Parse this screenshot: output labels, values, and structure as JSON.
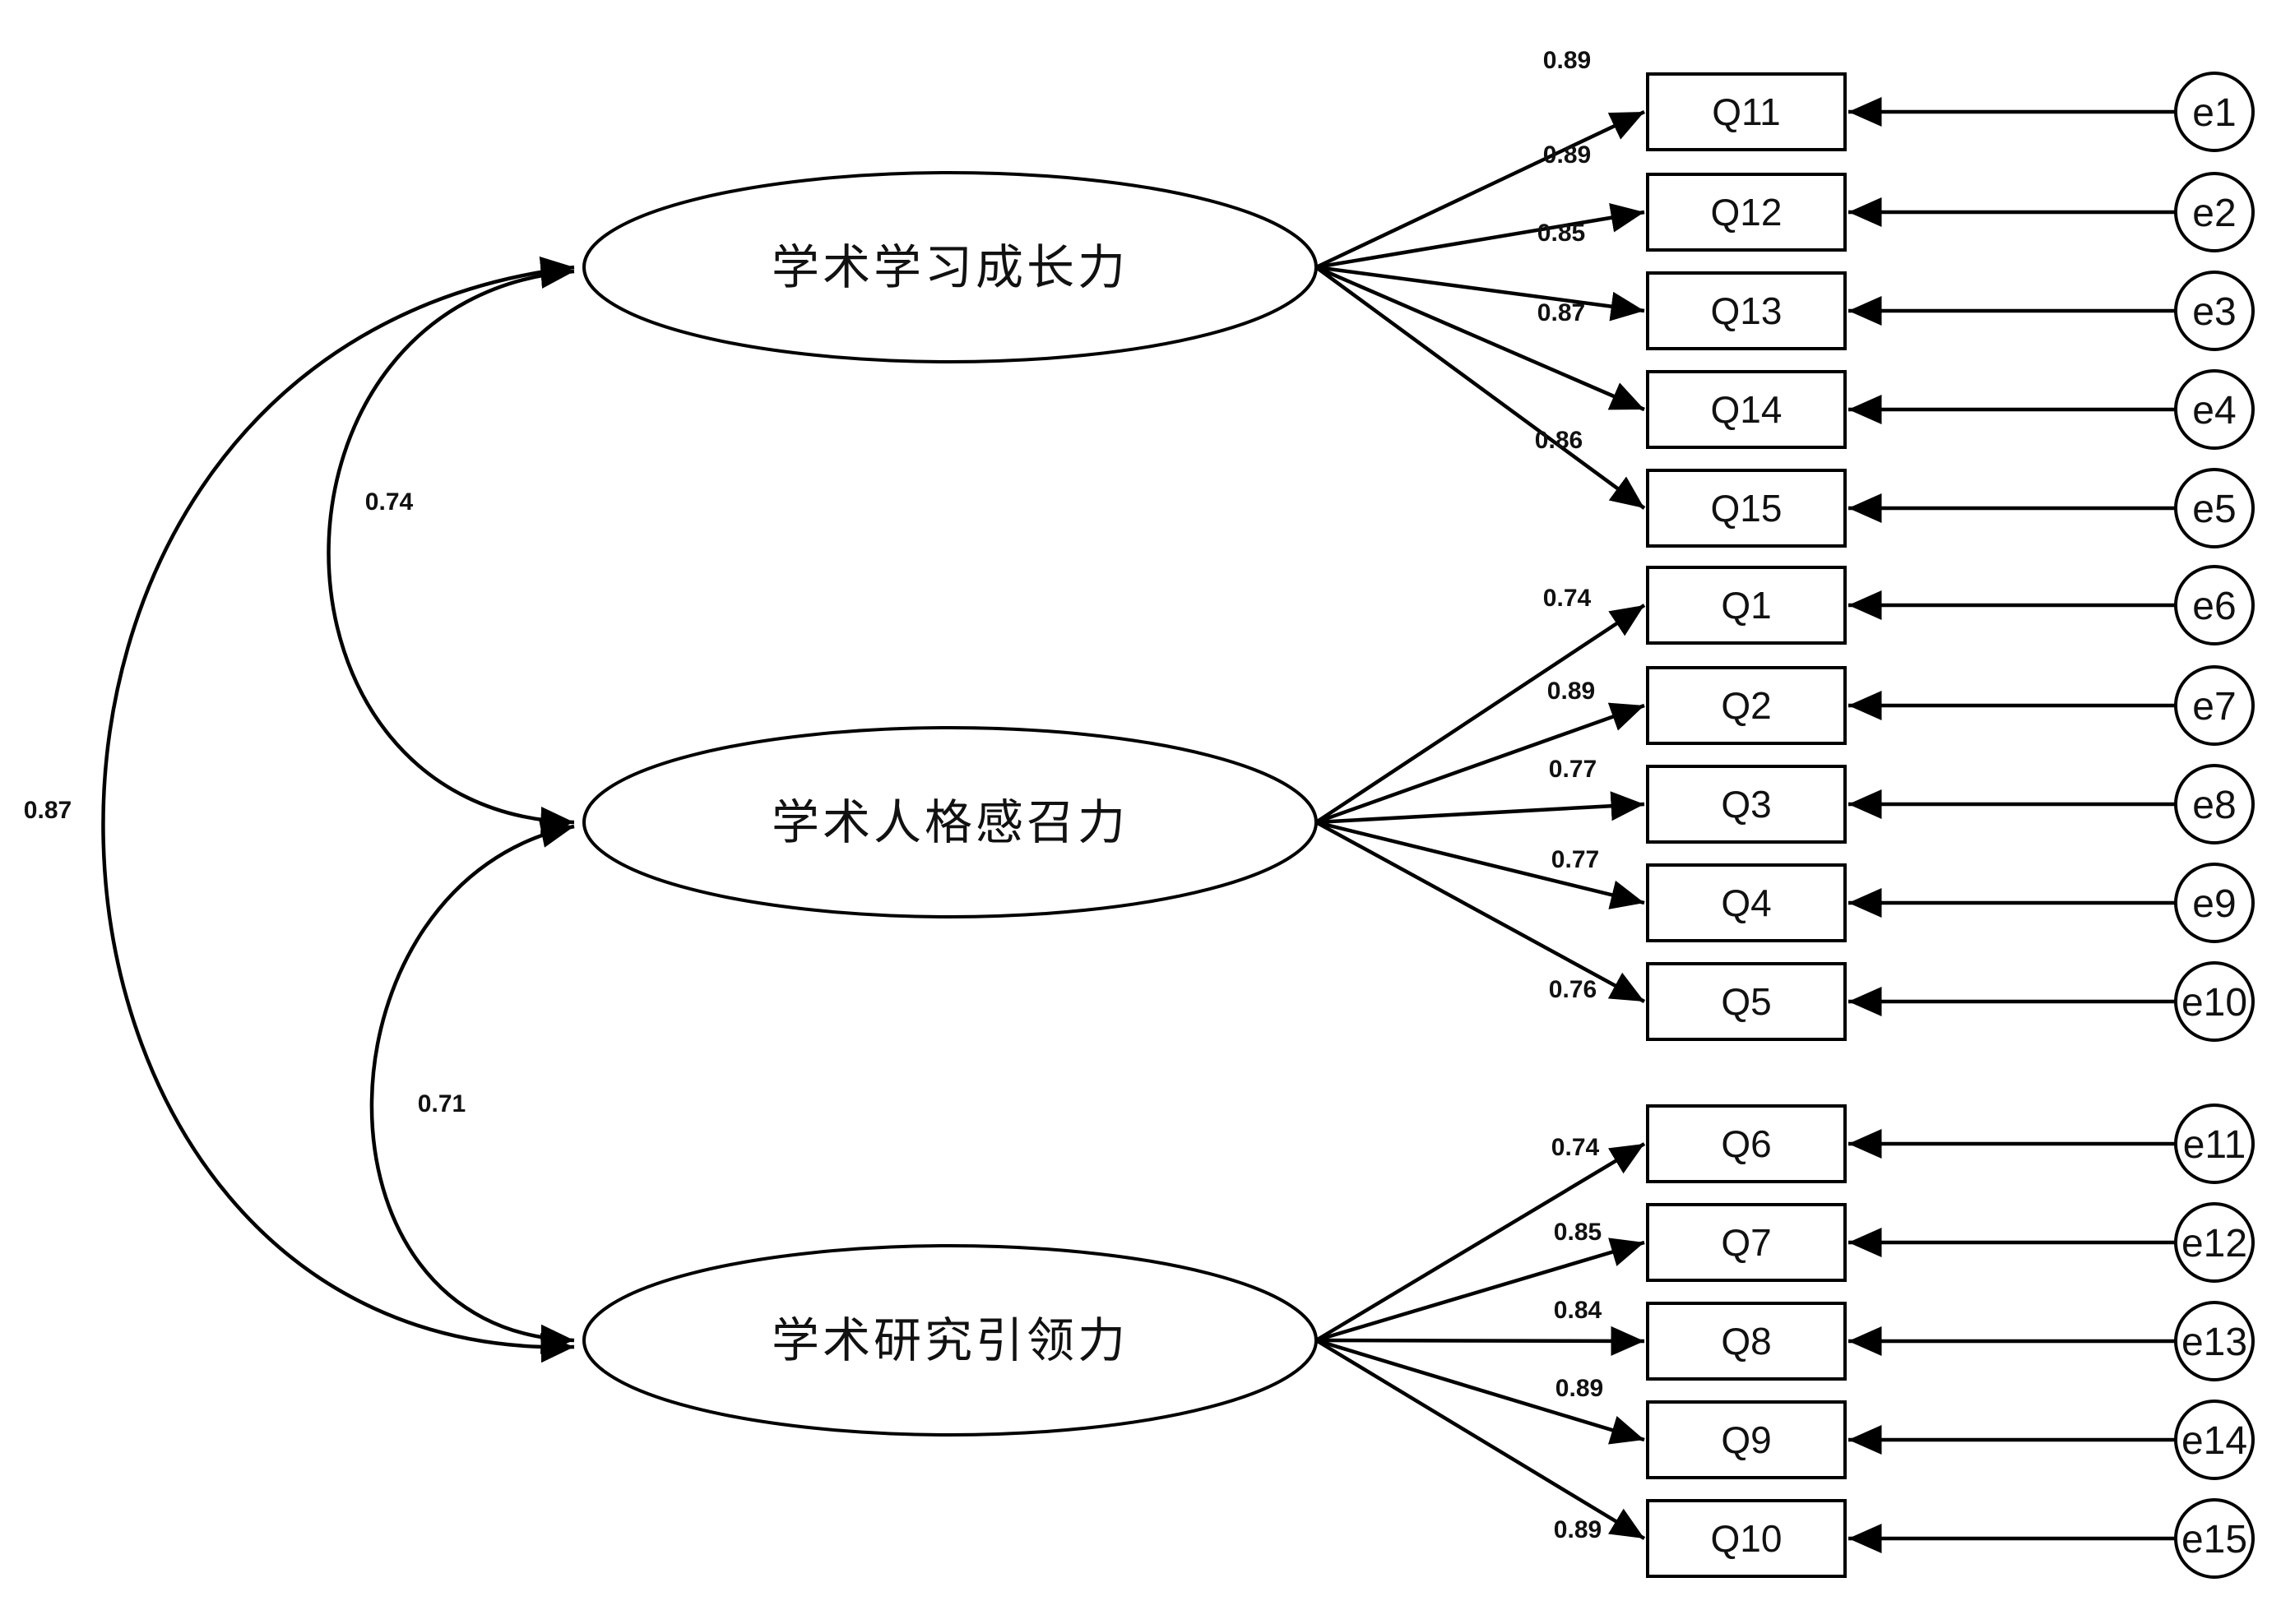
{
  "factors": [
    {
      "label": "学术学习成长力",
      "items": [
        "Q11",
        "Q12",
        "Q13",
        "Q14",
        "Q15"
      ],
      "loadings": [
        "0.89",
        "0.89",
        "0.85",
        "0.87",
        "0.86"
      ],
      "errors": [
        "e1",
        "e2",
        "e3",
        "e4",
        "e5"
      ]
    },
    {
      "label": "学术人格感召力",
      "items": [
        "Q1",
        "Q2",
        "Q3",
        "Q4",
        "Q5"
      ],
      "loadings": [
        "0.74",
        "0.89",
        "0.77",
        "0.77",
        "0.76"
      ],
      "errors": [
        "e6",
        "e7",
        "e8",
        "e9",
        "e10"
      ]
    },
    {
      "label": "学术研究引领力",
      "items": [
        "Q6",
        "Q7",
        "Q8",
        "Q9",
        "Q10"
      ],
      "loadings": [
        "0.74",
        "0.85",
        "0.84",
        "0.89",
        "0.89"
      ],
      "errors": [
        "e11",
        "e12",
        "e13",
        "e14",
        "e15"
      ]
    }
  ],
  "correlations": [
    {
      "from": 0,
      "to": 1,
      "value": "0.74"
    },
    {
      "from": 1,
      "to": 2,
      "value": "0.71"
    },
    {
      "from": 0,
      "to": 2,
      "value": "0.87"
    }
  ]
}
